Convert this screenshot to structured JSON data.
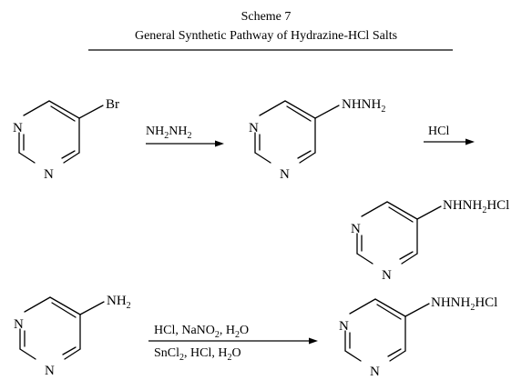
{
  "scheme": {
    "title": "Scheme 7",
    "subtitle": "General Synthetic Pathway of Hydrazine-HCl Salts"
  },
  "colors": {
    "ink": "#000000",
    "background": "#ffffff"
  },
  "atoms": {
    "n": "N",
    "br": "Br"
  },
  "reagents": {
    "hydrazine": {
      "a": "NH",
      "a_sub": "2",
      "b": "NH",
      "b_sub": "2"
    },
    "hcl": "HCl",
    "diazotization": {
      "top_a": "HCl, NaNO",
      "top_sub1": "2",
      "top_b": ", H",
      "top_sub2": "2",
      "top_c": "O",
      "bottom_a": "SnCl",
      "bottom_sub1": "2",
      "bottom_b": ", HCl, H",
      "bottom_sub2": "2",
      "bottom_c": "O"
    }
  },
  "substituents": {
    "hydrazine": {
      "main": "NHNH",
      "sub": "2"
    },
    "hydrazine_hcl": {
      "main": "NHNH",
      "sub": "2",
      "tail": "HCl"
    },
    "amine": {
      "main": "NH",
      "sub": "2"
    }
  }
}
